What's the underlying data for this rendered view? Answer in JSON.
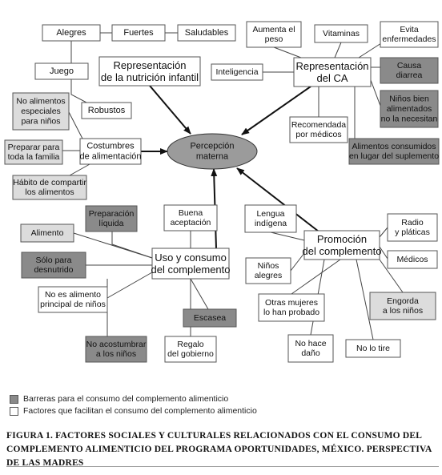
{
  "colors": {
    "barrier": "#8a8a8a",
    "facilitator": "#ffffff",
    "central": "#9b9b9b",
    "light": "#dcdcdc",
    "stroke": "#555555"
  },
  "nodes": [
    {
      "id": "alegres",
      "kind": "facilitator",
      "lines": [
        "Alegres"
      ]
    },
    {
      "id": "fuertes",
      "kind": "facilitator",
      "lines": [
        "Fuertes"
      ]
    },
    {
      "id": "saludables",
      "kind": "facilitator",
      "lines": [
        "Saludables"
      ]
    },
    {
      "id": "juego",
      "kind": "facilitator",
      "lines": [
        "Juego"
      ]
    },
    {
      "id": "robustos",
      "kind": "facilitator",
      "lines": [
        "Robustos"
      ]
    },
    {
      "id": "rep-nutricion",
      "kind": "facilitator",
      "lines": [
        "Representación",
        "de la nutrición infantil"
      ]
    },
    {
      "id": "no-alimentos-especiales",
      "kind": "light",
      "lines": [
        "No alimentos",
        "especiales",
        "para niños"
      ]
    },
    {
      "id": "preparar-familia",
      "kind": "light",
      "lines": [
        "Preparar para",
        "toda la familia"
      ]
    },
    {
      "id": "costumbres",
      "kind": "facilitator",
      "lines": [
        "Costumbres",
        "de alimentación"
      ]
    },
    {
      "id": "habito-compartir",
      "kind": "light",
      "lines": [
        "Hábito de compartir",
        "los alimentos"
      ]
    },
    {
      "id": "aumenta-peso",
      "kind": "facilitator",
      "lines": [
        "Aumenta el",
        "peso"
      ]
    },
    {
      "id": "vitaminas",
      "kind": "facilitator",
      "lines": [
        "Vitaminas"
      ]
    },
    {
      "id": "evita-enfermedades",
      "kind": "facilitator",
      "lines": [
        "Evita",
        "enfermedades"
      ]
    },
    {
      "id": "inteligencia",
      "kind": "facilitator",
      "lines": [
        "Inteligencia"
      ]
    },
    {
      "id": "rep-ca",
      "kind": "facilitator",
      "lines": [
        "Representación",
        "del CA"
      ]
    },
    {
      "id": "causa-diarrea",
      "kind": "barrier",
      "lines": [
        "Causa",
        "diarrea"
      ]
    },
    {
      "id": "ninos-bien",
      "kind": "barrier",
      "lines": [
        "Niños bien",
        "alimentados",
        "no la necesitan"
      ]
    },
    {
      "id": "recomendada",
      "kind": "facilitator",
      "lines": [
        "Recomendada",
        "por médicos"
      ]
    },
    {
      "id": "alimentos-consumidos",
      "kind": "barrier",
      "lines": [
        "Alimentos consumidos",
        "en lugar del suplemento"
      ]
    },
    {
      "id": "preparacion-liquida",
      "kind": "barrier",
      "lines": [
        "Preparación",
        "líquida"
      ]
    },
    {
      "id": "buena-aceptacion",
      "kind": "facilitator",
      "lines": [
        "Buena",
        "aceptación"
      ]
    },
    {
      "id": "alimento",
      "kind": "light",
      "lines": [
        "Alimento"
      ]
    },
    {
      "id": "solo-desnutrido",
      "kind": "barrier",
      "lines": [
        "Sólo para",
        "desnutrido"
      ]
    },
    {
      "id": "uso-consumo",
      "kind": "facilitator",
      "lines": [
        "Uso y consumo",
        "del complemento"
      ]
    },
    {
      "id": "no-es-alimento",
      "kind": "facilitator",
      "lines": [
        "No es alimento",
        "principal de niños"
      ]
    },
    {
      "id": "escasea",
      "kind": "barrier",
      "lines": [
        "Escasea"
      ]
    },
    {
      "id": "no-acostumbrar",
      "kind": "barrier",
      "lines": [
        "No acostumbrar",
        "a los niños"
      ]
    },
    {
      "id": "regalo-gobierno",
      "kind": "facilitator",
      "lines": [
        "Regalo",
        "del gobierno"
      ]
    },
    {
      "id": "lengua-indigena",
      "kind": "facilitator",
      "lines": [
        "Lengua",
        "indígena"
      ]
    },
    {
      "id": "ninos-alegres",
      "kind": "facilitator",
      "lines": [
        "Niños",
        "alegres"
      ]
    },
    {
      "id": "promocion",
      "kind": "facilitator",
      "lines": [
        "Promoción",
        "del complemento"
      ]
    },
    {
      "id": "radio-platicas",
      "kind": "facilitator",
      "lines": [
        "Radio",
        "y pláticas"
      ]
    },
    {
      "id": "medicos",
      "kind": "facilitator",
      "lines": [
        "Médicos"
      ]
    },
    {
      "id": "otras-mujeres",
      "kind": "facilitator",
      "lines": [
        "Otras mujeres",
        "lo han probado"
      ]
    },
    {
      "id": "engorda",
      "kind": "light",
      "lines": [
        "Engorda",
        "a los niños"
      ]
    },
    {
      "id": "no-hace-dano",
      "kind": "facilitator",
      "lines": [
        "No hace",
        "daño"
      ]
    },
    {
      "id": "no-lo-tire",
      "kind": "facilitator",
      "lines": [
        "No lo tire"
      ]
    },
    {
      "id": "percepcion",
      "kind": "central",
      "lines": [
        "Percepción",
        "materna"
      ]
    }
  ],
  "legend": [
    {
      "kind": "barrier",
      "label": "Barreras para el consumo del complemento alimenticio"
    },
    {
      "kind": "facilitator",
      "label": "Factores que facilitan el consumo del complemento alimenticio"
    }
  ],
  "caption": {
    "text": "FIGURA 1. FACTORES SOCIALES Y CULTURALES RELACIONADOS CON EL CONSUMO DEL COMPLEMENTO ALIMENTICIO DEL PROGRAMA OPORTUNIDADES, MÉXICO. PERSPECTIVA DE LAS MADRES"
  }
}
